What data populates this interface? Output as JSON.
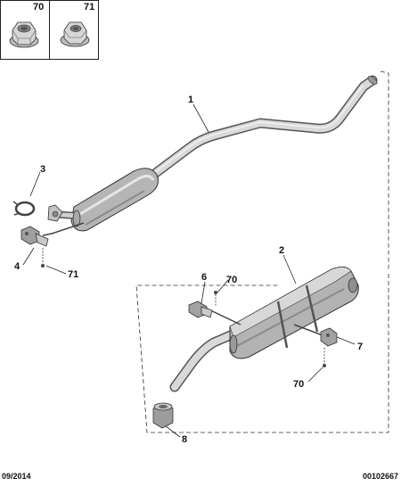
{
  "nut_boxes": [
    {
      "number": "70",
      "icon": "flange-nut-icon"
    },
    {
      "number": "71",
      "icon": "flange-nut-icon"
    }
  ],
  "callouts": {
    "c1": "1",
    "c2": "2",
    "c3": "3",
    "c4": "4",
    "c6": "6",
    "c7": "7",
    "c8": "8",
    "c70a": "70",
    "c70b": "70",
    "c71": "71"
  },
  "footer": {
    "date": "09/2014",
    "reference": "00102667"
  }
}
